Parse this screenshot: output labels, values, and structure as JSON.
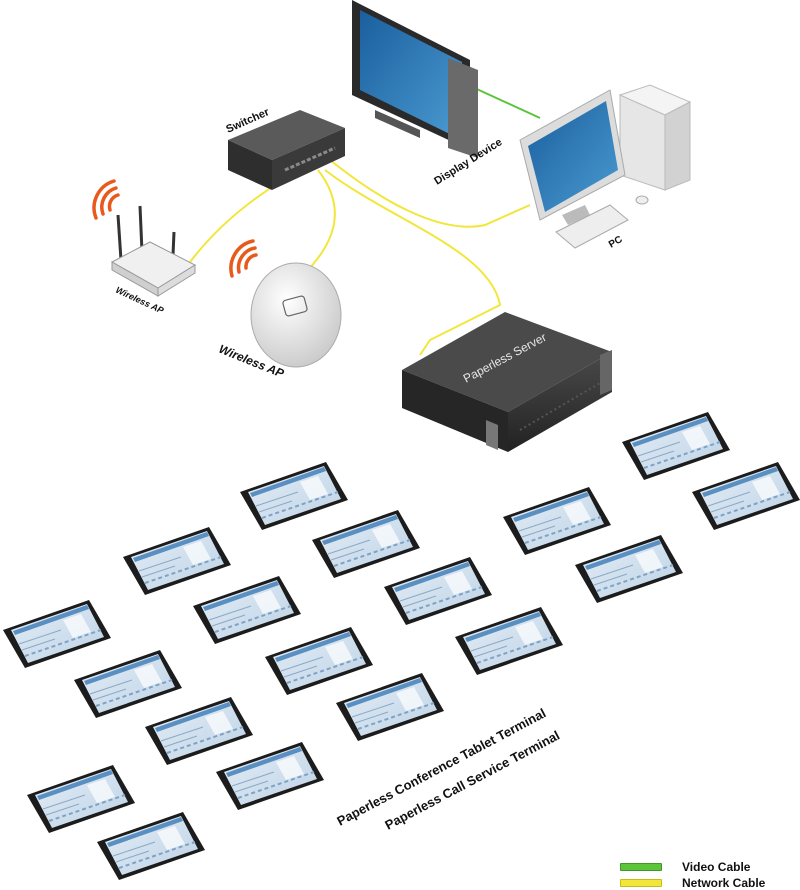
{
  "labels": {
    "switcher": "Switcher",
    "display_device": "Display Device",
    "pc": "PC",
    "wireless_ap_router": "Wireless AP",
    "wireless_ap_ceiling": "Wireless AP",
    "paperless_server": "Paperless Server",
    "terminal_line1": "Paperless Conference Tablet Terminal",
    "terminal_line2": "Paperless Call Service Terminal"
  },
  "legend": [
    {
      "label": "Video Cable",
      "color": "#5cc43a"
    },
    {
      "label": "Network Cable",
      "color": "#f2e63a"
    }
  ],
  "colors": {
    "network_cable": "#f2e63a",
    "video_cable": "#5cc43a",
    "wifi_signal": "#e85a1c",
    "device_dark": "#3a3a3a",
    "screen_blue": "#2f78b4"
  }
}
